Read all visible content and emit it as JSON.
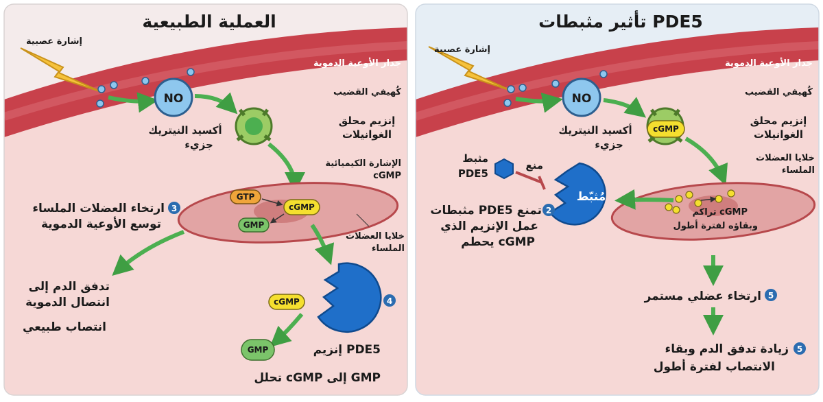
{
  "left_panel": {
    "title": "العملية الطبيعية",
    "nerve_signal": "إشارة عصبية",
    "vessel_wall": "جدار الأوعية الدموية",
    "cavernosum": "كُهيفي القضيب",
    "no_label": "NO",
    "no_molecule_line1": "أكسيد النيتريك",
    "no_molecule_line2": "جزيء",
    "enzyme_line1": "إنزيم محلق",
    "enzyme_line2": "الغوانيلات",
    "signal_line1": "الإشارة الكيميائية",
    "signal_line2": "cGMP",
    "gtp": "GTP",
    "cgmp": "cGMP",
    "gmp": "GMP",
    "smooth_cells_line1": "خلايا العضلات",
    "smooth_cells_line2": "الملساء",
    "step3_num": "3",
    "step3_line1": "ارتخاء العضلات الملساء",
    "step3_line2": "توسع الأوعية الدموية",
    "flow_line1": "تدفق الدم إلى",
    "flow_line2": "انتصال الدموية",
    "erection": "انتصاب طبيعي",
    "step4_num": "4",
    "pde5_label": "إنزيم PDE5",
    "breakdown": "تحلل cGMP إلى GMP",
    "cgmp2": "cGMP",
    "gmp2": "GMP"
  },
  "right_panel": {
    "title": "تأثير مثبطات PDE5",
    "nerve_signal": "إشارة عصبية",
    "vessel_wall": "جدار الأوعية الدموية",
    "cavernosum": "كُهيفي القضيب",
    "no_label": "NO",
    "no_molecule_line1": "أكسيد النيتريك",
    "no_molecule_line2": "جزيء",
    "enzyme_line1": "إنزيم محلق",
    "enzyme_line2": "الغوانيلات",
    "cgmp": "cGMP",
    "smooth_cells_line1": "خلايا العضلات",
    "smooth_cells_line2": "الملساء",
    "inhibitor_line1": "مثبط",
    "inhibitor_line2": "PDE5",
    "block": "منع",
    "inhibited": "مُثبّط",
    "step2_num": "2",
    "step2_line1": "مثبطات PDE5 تمنع",
    "step2_line2": "عمل الإنزيم الذي",
    "step2_line3": "يحطم cGMP",
    "accum_line1": "تراكم cGMP",
    "accum_line2": "وبقاؤه لفترة أطول",
    "step5a_num": "5",
    "step5a": "ارتخاء عضلي مستمر",
    "step5b_num": "5",
    "step5b_line1": "زيادة تدفق الدم وبقاء",
    "step5b_line2": "الانتصاب لفترة أطول"
  },
  "colors": {
    "vessel": "#c8404a",
    "tissue": "#f6d5d3",
    "arrow": "#4caf50",
    "pde5_blue": "#1f6fc9",
    "no_blue": "#8ec7ee",
    "pill_yellow": "#f5df2f",
    "pill_orange": "#f0a53a",
    "pill_green": "#7bc46a",
    "lightning": "#f6c23b"
  }
}
